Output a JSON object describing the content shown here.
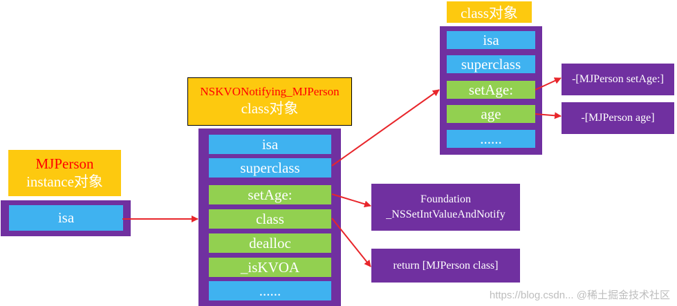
{
  "instance": {
    "title_line1": "MJPerson",
    "title_line2": "instance对象",
    "slot_isa": "isa"
  },
  "kvo": {
    "title_line1": "NSKVONotifying_MJPerson",
    "title_line2": "class对象",
    "slots": [
      "isa",
      "superclass",
      "setAge:",
      "class",
      "dealloc",
      "_isKVOA",
      "......"
    ]
  },
  "meta": {
    "title": "class对象",
    "slots": [
      "isa",
      "superclass",
      "setAge:",
      "age",
      "......"
    ]
  },
  "notes": {
    "foundation_line1": "Foundation",
    "foundation_line2": "_NSSetIntValueAndNotify",
    "return_class": "return [MJPerson class]",
    "set_age": "-[MJPerson setAge:]",
    "age": "-[MJPerson age]"
  },
  "watermark": "https://blog.csdn... @稀土掘金技术社区",
  "colors": {
    "label_bg": "#fdc90f",
    "container": "#7030a0",
    "slot_blue": "#3fb2f0",
    "slot_green": "#92d050",
    "arrow": "#e8262b",
    "highlight_text": "#ff0000"
  }
}
